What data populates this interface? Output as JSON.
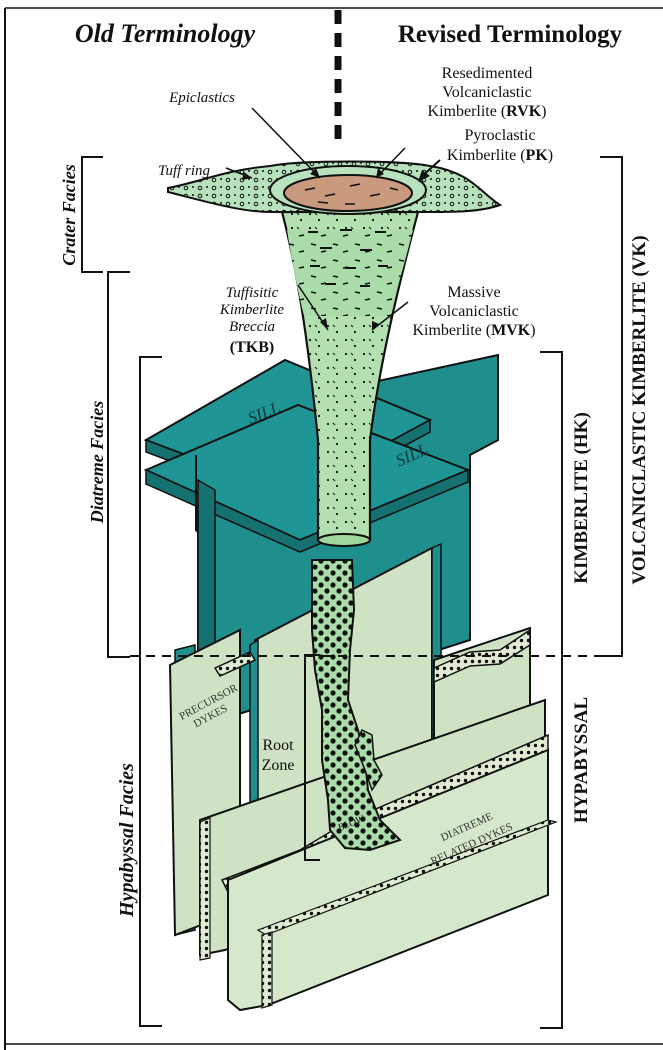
{
  "header": {
    "old_terminology": "Old Terminology",
    "revised_terminology": "Revised Terminology"
  },
  "left_facies": {
    "crater": "Crater Facies",
    "diatreme": "Diatreme  Facies",
    "hypabyssal": "Hypabyssal  Facies"
  },
  "right_classes": {
    "volcaniclastic": "VOLCANICLASTIC KIMBERLITE (VK)",
    "hypabyssal_prefix": "HYPABYSSAL",
    "kimberlite_hk": "KIMBERLITE (HK)"
  },
  "labels": {
    "epiclastics": "Epiclastics",
    "tuff_ring": "Tuff ring",
    "rvk_line1": "Resedimented",
    "rvk_line2": "Volcaniclastic",
    "rvk_line3_text": "Kimberlite (",
    "rvk_abbr": "RVK",
    "pk_line1": "Pyroclastic",
    "pk_line2_text": "Kimberlite (",
    "pk_abbr": "PK",
    "tkb_line1": "Tuffisitic",
    "tkb_line2": "Kimberlite",
    "tkb_line3": "Breccia",
    "tkb_abbr": "(TKB)",
    "mvk_line1": "Massive",
    "mvk_line2": "Volcaniclastic",
    "mvk_line3_text": "Kimberlite (",
    "mvk_abbr": "MVK",
    "close_paren": ")",
    "sill_upper": "SILL",
    "sill_lower": "SILL",
    "precursor_line1": "PRECURSOR",
    "precursor_line2": "DYKES",
    "root_line1": "Root",
    "root_line2": "Zone",
    "blow": "BLOW",
    "diatreme_dykes_line1": "DIATREME",
    "diatreme_dykes_line2": "RELATED DYKES"
  },
  "colors": {
    "teal": "#1f8f8e",
    "pale_green": "#cfe3c4",
    "light_green": "#a9dca8",
    "crater_brown": "#c99a7e",
    "outline": "#1a1a1a"
  }
}
